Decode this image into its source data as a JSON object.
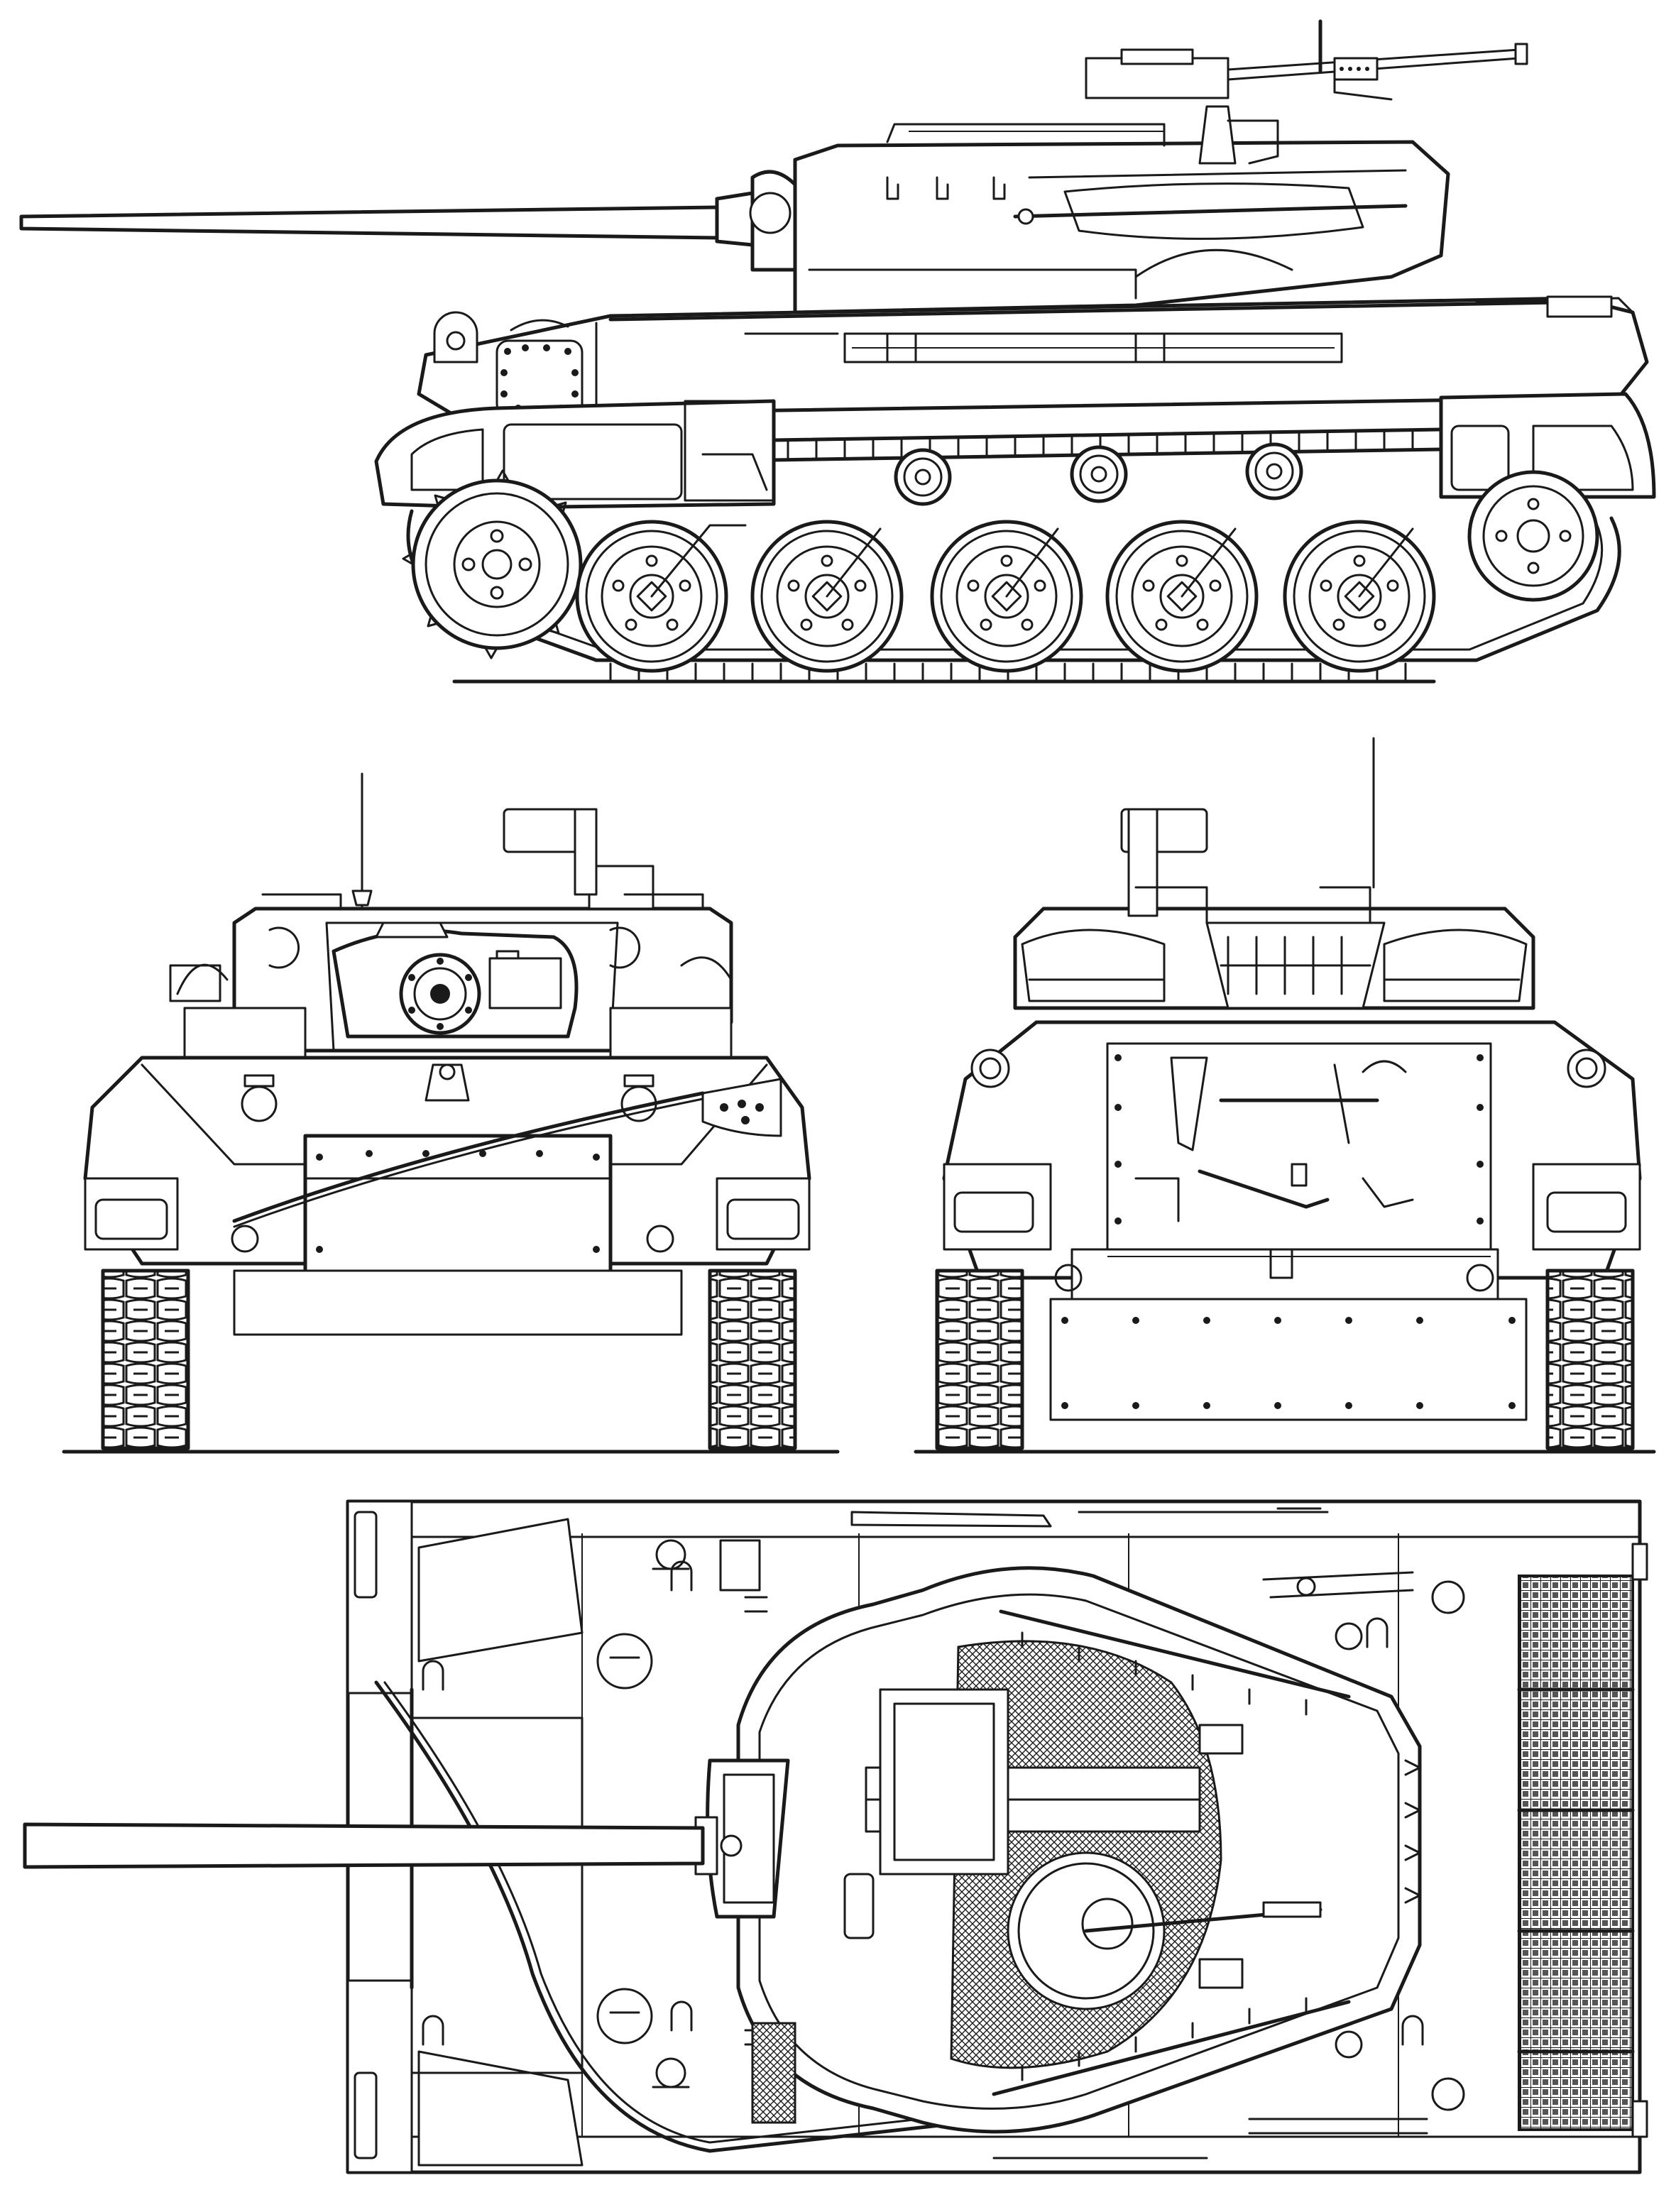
{
  "drawing": {
    "subject": "",
    "views": [
      "side-view",
      "front-view",
      "rear-view",
      "top-view"
    ],
    "style": "black line art on white",
    "colors": {
      "line": "#1a1a1a",
      "paper": "#ffffff"
    },
    "side_view": {
      "road_wheels": 5,
      "return_rollers": 3
    }
  }
}
